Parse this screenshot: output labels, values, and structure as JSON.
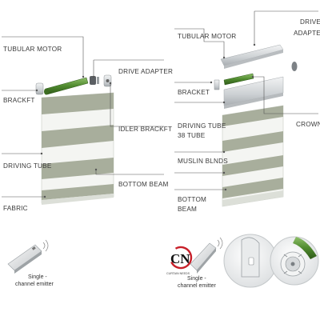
{
  "left_panel": {
    "labels": {
      "tubular_motor": "TUBULAR MOTOR",
      "drive_adapter": "DRIVE ADAPTER",
      "bracket": "BRACKFT",
      "idler_bracket": "IDLER BRACKFT",
      "driving_tube": "DRIVING TUBE",
      "bottom_beam": "BOTTOM BEAM",
      "fabric": "FABRIC"
    },
    "emitter": {
      "line1": "Single -",
      "line2": "channel emitter"
    }
  },
  "right_panel": {
    "labels": {
      "drive_adapter_l1": "DRIVE",
      "drive_adapter_l2": "ADAPTER",
      "tubular_motor": "TUBULAR MOTOR",
      "bracket": "BRACKET",
      "crown": "CROWN",
      "driving_tube_l1": "DRIVING TUBE",
      "driving_tube_l2": "38 TUBE",
      "muslin_blinds": "MUSLIN BLNDS",
      "bottom_beam_l1": "BOTTOM",
      "bottom_beam_l2": "BEAM"
    },
    "emitter": {
      "line1": "Single -",
      "line2": "channel emitter"
    },
    "logo": {
      "letters": "CN",
      "tagline": "CURTAIN NEEDS"
    }
  },
  "colors": {
    "fabric_stripe": "#a8ae9c",
    "sheer_stripe": "#ffffff",
    "motor_green": "#4f8a2e",
    "metal": "#c9cdd0",
    "leader_line": "#555555",
    "logo_red": "#c8202a"
  }
}
